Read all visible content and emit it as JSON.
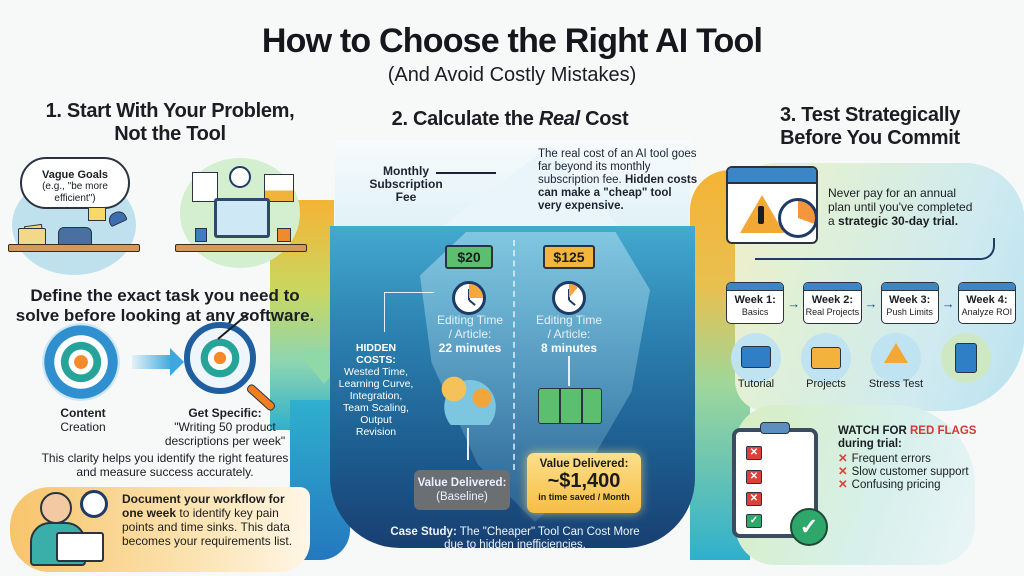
{
  "header": {
    "title": "How to Choose the Right AI Tool",
    "subtitle": "(And Avoid Costly Mistakes)"
  },
  "section1": {
    "title_line1": "1. Start With Your Problem,",
    "title_line2": "Not the Tool",
    "cloud_title": "Vague Goals",
    "cloud_example": "(e.g., \"be more efficient\")",
    "main_point_line1": "Define the exact task you need to",
    "main_point_line2": "solve before looking at any software.",
    "broad_label_bold": "Content",
    "broad_label": "Creation",
    "specific_label_bold": "Get Specific:",
    "specific_label_line1": "\"Writing 50 product",
    "specific_label_line2": "descriptions per week\"",
    "clarity_line1": "This clarity helps you identify the right features",
    "clarity_line2": "and measure success accurately.",
    "document_bold": "Document your workflow for one week",
    "document_rest": " to identify key pain points and time sinks. This data becomes your requirements list."
  },
  "section2": {
    "title_prefix": "2. Calculate the ",
    "title_italic": "Real",
    "title_suffix": " Cost",
    "tip_label_line1": "Monthly",
    "tip_label_line2": "Subscription",
    "tip_label_line3": "Fee",
    "description_plain": "The real cost of an AI tool goes far beyond its monthly subscription fee. ",
    "description_bold": "Hidden costs can make a \"cheap\" tool very expensive.",
    "hidden_costs_title_line1": "HIDDEN",
    "hidden_costs_title_line2": "COSTS:",
    "hidden_costs_items": [
      "Wested Time,",
      "Learning Curve,",
      "Integration,",
      "Team Scaling,",
      "Output",
      "Revision"
    ],
    "tools": [
      {
        "price": "$20",
        "price_color": "#5cbf70",
        "edit_label_line1": "Editing Time",
        "edit_label_line2": "/ Article:",
        "edit_value": "22 minutes",
        "value_title": "Value Delivered:",
        "value_amount": "(Baseline)"
      },
      {
        "price": "$125",
        "price_color": "#f3b53c",
        "edit_label_line1": "Editing Time",
        "edit_label_line2": "/ Article:",
        "edit_value": "8 minutes",
        "value_title": "Value Delivered:",
        "value_amount": "~$1,400",
        "value_sub": "in time saved / Month"
      }
    ],
    "case_study_bold": "Case Study:",
    "case_study_line1": " The \"Cheaper\" Tool Can Cost More",
    "case_study_line2": "due to hidden inefficiencies."
  },
  "section3": {
    "title_line1": "3. Test Strategically",
    "title_line2": "Before You Commit",
    "trial_plain": "Never pay for an annual plan until you've completed a ",
    "trial_bold": "strategic 30-day trial.",
    "weeks": [
      {
        "label": "Week 1:",
        "focus": "Basics",
        "icon_label": "Tutorial"
      },
      {
        "label": "Week 2:",
        "focus": "Real Projects",
        "icon_label": "Projects"
      },
      {
        "label": "Week 3:",
        "focus": "Push Limits",
        "icon_label": "Stress Test"
      },
      {
        "label": "Week 4:",
        "focus": "Analyze ROI",
        "icon_label": ""
      }
    ],
    "watch_prefix": "WATCH FOR ",
    "watch_red": "RED FLAGS",
    "watch_suffix": "during trial:",
    "red_flags": [
      "Frequent errors",
      "Slow customer support",
      "Confusing pricing"
    ]
  },
  "colors": {
    "accent_blue": "#3d86c6",
    "accent_orange": "#f3a836",
    "red_flag": "#d03a32",
    "sea_dark": "#183f72"
  }
}
